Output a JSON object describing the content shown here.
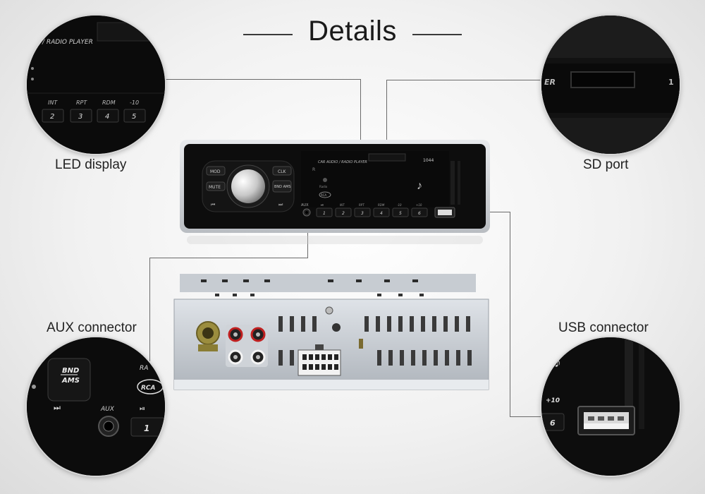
{
  "title": "Details",
  "labels": {
    "led": "LED display",
    "sd": "SD port",
    "aux": "AUX connector",
    "usb": "USB connector"
  },
  "front": {
    "brand_text": "CAR AUDIO / RADIO  PLAYER",
    "model": "1044",
    "buttons_left": [
      "MOD",
      "CLK",
      "MUTE",
      "BND AMS"
    ],
    "nav": [
      "⏮",
      "⏭",
      "⏯"
    ],
    "aux": "AUX",
    "row_labels": [
      "INT",
      "RPT",
      "RDM",
      "-10",
      "+10"
    ],
    "presets": [
      "1",
      "2",
      "3",
      "4",
      "5",
      "6"
    ],
    "rca": "RCA",
    "radio": "Radio"
  },
  "zoom_led": {
    "header": "/ RADIO  PLAYER",
    "row_labels": [
      "INT",
      "RPT",
      "RDM",
      "-10"
    ],
    "presets": [
      "2",
      "3",
      "4",
      "5"
    ]
  },
  "zoom_sd": {
    "left": "ER",
    "right": "1"
  },
  "zoom_aux": {
    "bnd": "BND",
    "ams": "AMS",
    "rca": "RCA",
    "ra": "RA",
    "aux": "AUX",
    "preset": "1"
  },
  "zoom_usb": {
    "label": "+10",
    "preset": "6"
  },
  "colors": {
    "panel": "#0d0d0d",
    "silver": "#cfd3d8",
    "accent": "#ffffff"
  }
}
